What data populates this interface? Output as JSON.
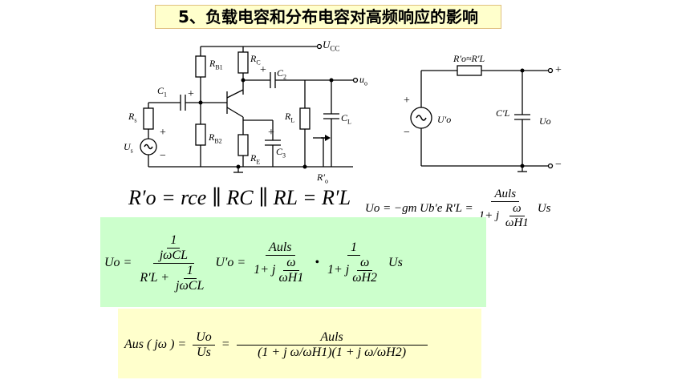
{
  "title": "5、负载电容和分布电容对高频响应的影响",
  "circuit1": {
    "labels": {
      "ucc": "U",
      "ucc_sub": "CC",
      "rb1": "R",
      "rb1_sub": "B1",
      "rc": "R",
      "rc_sub": "C",
      "c2": "C",
      "c2_sub": "2",
      "uo": "u",
      "uo_sub": "o",
      "c1": "C",
      "c1_sub": "1",
      "rs": "R",
      "rs_sub": "s",
      "us": "U",
      "us_sub": "s",
      "rb2": "R",
      "rb2_sub": "B2",
      "re": "R",
      "re_sub": "E",
      "c3": "C",
      "c3_sub": "3",
      "rl": "R",
      "rl_sub": "L",
      "cl": "C",
      "cl_sub": "L",
      "ro": "R",
      "ro_sub": "o",
      "plus": "+",
      "minus": "−"
    }
  },
  "circuit2": {
    "labels": {
      "top": "R′o≈R′L",
      "source": "U′o",
      "cap": "C′L",
      "out": "Uo",
      "plus": "+",
      "minus": "−"
    }
  },
  "equations": {
    "eq1": "R′o = rce ∥ RC ∥ RL = R′L",
    "eq2_left": "Uo = −gm Ub′e R′L =",
    "eq2_num": "Auls",
    "eq2_den_a": "1+ j",
    "eq2_den_w": "ω",
    "eq2_den_wh": "ωH1",
    "eq2_right": "Us",
    "eq3_lhs": "Uo =",
    "eq3_one": "1",
    "eq3_jwcl": "jωCL",
    "eq3_rl": "R′L +",
    "eq3_mid": "U′o =",
    "eq3_auls": "Auls",
    "eq3_den1": "1+ j",
    "eq3_w": "ω",
    "eq3_wh1": "ωH1",
    "eq3_dot": "•",
    "eq3_wh2": "ωH2",
    "eq3_us": "Us",
    "eq4_lhs": "Aus ( jω ) =",
    "eq4_uo": "Uo",
    "eq4_us": "Us",
    "eq4_eq": "=",
    "eq4_num": "Auls",
    "eq4_den": "(1 + j ω/ωH1)(1 + j ω/ωH2)"
  }
}
